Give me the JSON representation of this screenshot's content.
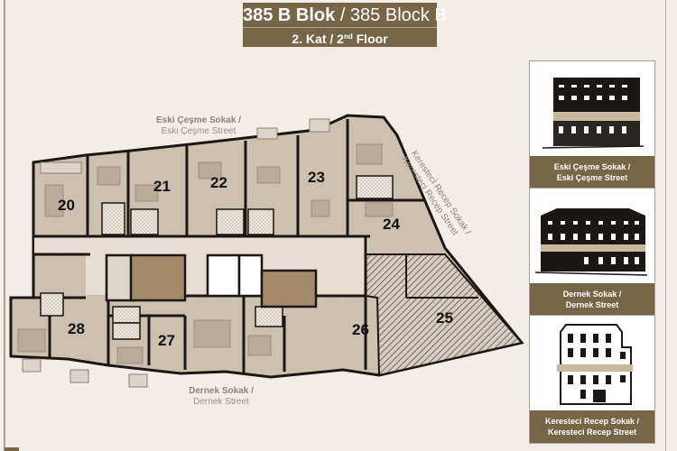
{
  "header": {
    "title_tr": "385 B Blok",
    "title_sep": " / ",
    "title_en": "385 Block B",
    "floor_tr": "2. Kat",
    "floor_sep": " / ",
    "floor_en_num": "2",
    "floor_en_sup": "nd",
    "floor_en_word": " Floor"
  },
  "streets": {
    "north": {
      "tr": "Eski Çeşme Sokak /",
      "en": "Eski Çeşme Street"
    },
    "south": {
      "tr": "Dernek Sokak /",
      "en": "Dernek Street"
    },
    "east": {
      "tr": "Kerestecİ Recep Sokak /",
      "en": "Keresteci Recep Street"
    }
  },
  "units": [
    {
      "number": "20"
    },
    {
      "number": "21"
    },
    {
      "number": "22"
    },
    {
      "number": "23"
    },
    {
      "number": "24"
    },
    {
      "number": "25"
    },
    {
      "number": "26"
    },
    {
      "number": "27"
    },
    {
      "number": "28"
    }
  ],
  "elevations": [
    {
      "caption_line1": "Eski Çeşme Sokak /",
      "caption_line2": "Eski Çeşme Street"
    },
    {
      "caption_line1": "Dernek Sokak /",
      "caption_line2": "Dernek Street"
    },
    {
      "caption_line1": "Keresteci Recep Sokak /",
      "caption_line2": "Keresteci Recep Street"
    }
  ],
  "colors": {
    "brand": "#776547",
    "background": "#f2ede6",
    "unit_fill": "#cbbfae",
    "corridor_fill": "#e6ddd0",
    "wall": "#1a1714"
  }
}
